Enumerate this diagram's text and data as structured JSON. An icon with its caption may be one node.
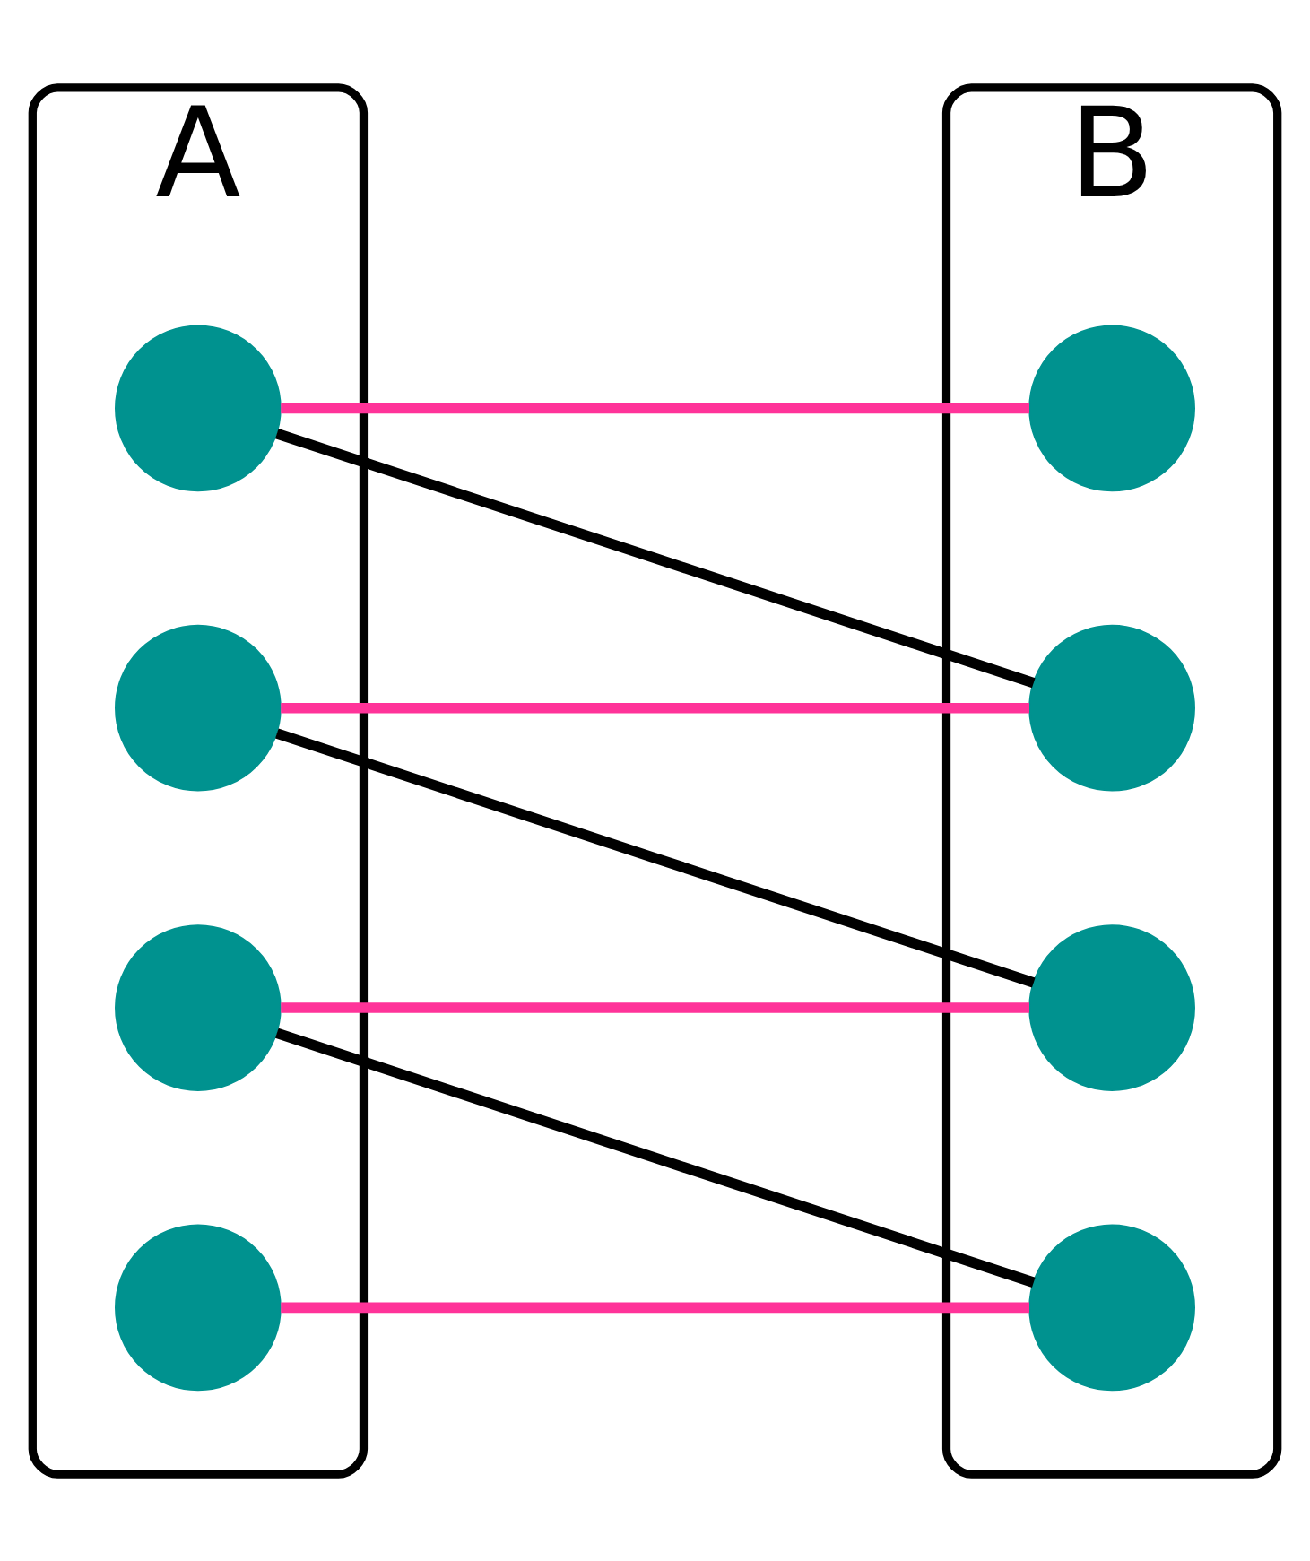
{
  "diagram": {
    "nodes": [
      {
        "text": [
          "A"
        ]
      },
      {
        "text": [],
        "shape": "circle",
        "in": 0
      },
      {
        "text": [],
        "shape": "circle",
        "in": 0
      },
      {
        "text": [],
        "shape": "circle",
        "in": 0
      },
      {
        "text": [],
        "shape": "circle",
        "in": 0
      },
      {
        "text": [
          "B"
        ]
      },
      {
        "text": [],
        "shape": "circle",
        "in": 5
      },
      {
        "text": [],
        "shape": "circle",
        "in": 5
      },
      {
        "text": [],
        "shape": "circle",
        "in": 5
      },
      {
        "text": [],
        "shape": "circle",
        "in": 5
      }
    ],
    "edges": [
      {
        "from": 1,
        "to": 6,
        "arrow": "none",
        "color": "#ff3399"
      },
      {
        "from": 1,
        "to": 7,
        "arrow": "none",
        "color": "#000000"
      },
      {
        "from": 2,
        "to": 7,
        "arrow": "none",
        "color": "#ff3399"
      },
      {
        "from": 2,
        "to": 8,
        "arrow": "none",
        "color": "#000000"
      },
      {
        "from": 3,
        "to": 8,
        "arrow": "none",
        "color": "#ff3399"
      },
      {
        "from": 3,
        "to": 9,
        "arrow": "none",
        "color": "#000000"
      },
      {
        "from": 4,
        "to": 9,
        "arrow": "none",
        "color": "#ff3399"
      }
    ]
  }
}
